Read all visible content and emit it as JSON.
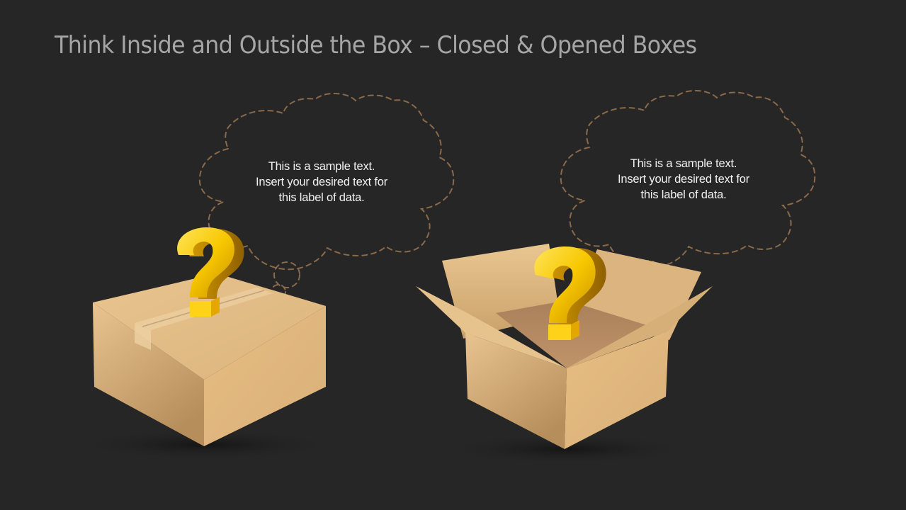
{
  "slide": {
    "title": "Think Inside and Outside the Box – Closed & Opened Boxes",
    "background_color": "#262626",
    "title_color": "#a6a6a6"
  },
  "left_item": {
    "box_state": "closed",
    "icon": "question-mark-icon",
    "thought_bubble": {
      "line1": "This is a sample text.",
      "line2": "Insert your desired text for",
      "line3": "this label of data."
    }
  },
  "right_item": {
    "box_state": "open",
    "icon": "question-mark-icon",
    "thought_bubble": {
      "line1": "This is a sample text.",
      "line2": "Insert your desired text for",
      "line3": "this label of data."
    }
  },
  "colors": {
    "cardboard_light": "#e8c48e",
    "cardboard_mid": "#d4aa72",
    "cardboard_dark": "#b8905e",
    "cloud_dash": "#8a6a4a",
    "question_mark": "#f5c800"
  }
}
